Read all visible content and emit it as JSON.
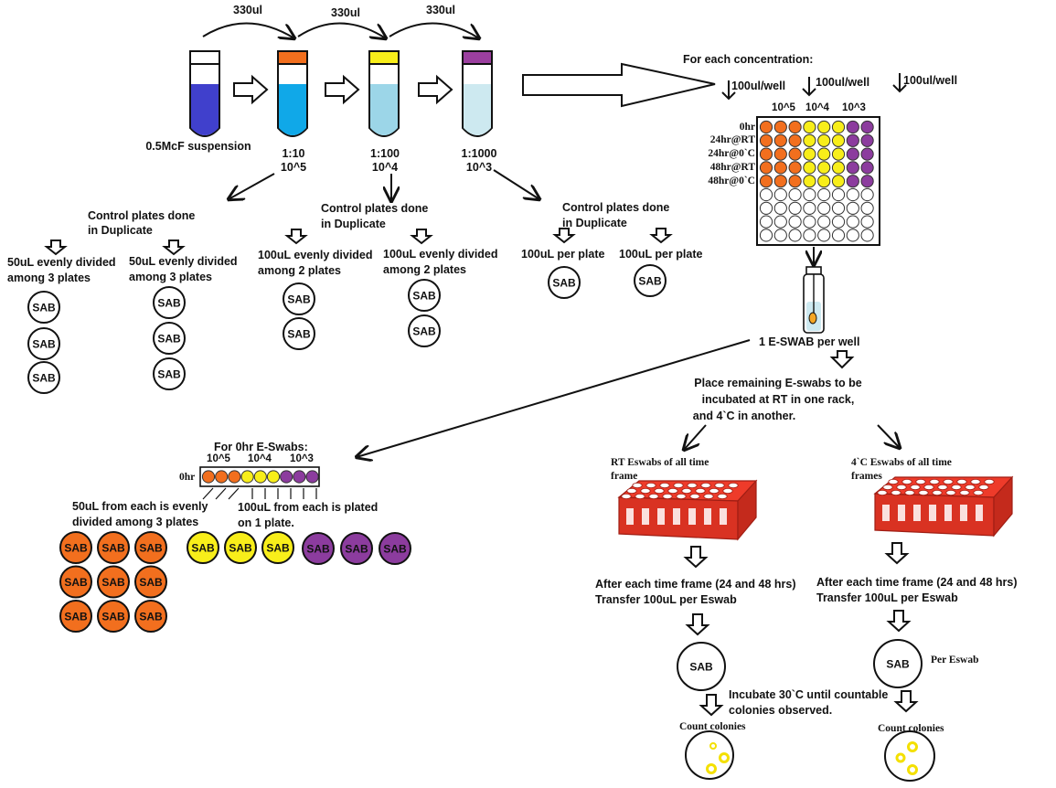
{
  "colors": {
    "stock": "#4040cc",
    "d1": "#10a8e8",
    "d2": "#9cd6e8",
    "d3": "#cde9f0",
    "orange": "#f26f1e",
    "yellow": "#f8ee1a",
    "purple": "#8c3c9e",
    "cap_orange": "#f26f1e",
    "cap_yellow": "#f8ee1a",
    "cap_purple": "#9b3f9f",
    "rack": "#ee3b2a"
  },
  "transfer_volumes": [
    "330ul",
    "330ul",
    "330ul"
  ],
  "tubes": [
    {
      "label": "0.5McF suspension",
      "ratio": "",
      "exp": ""
    },
    {
      "label": "",
      "ratio": "1:10",
      "exp": "10^5"
    },
    {
      "label": "",
      "ratio": "1:100",
      "exp": "10^4"
    },
    {
      "label": "",
      "ratio": "1:1000",
      "exp": "10^3"
    }
  ],
  "control": {
    "heading": "Control plates done in Duplicate",
    "heading_line1": "Control plates done",
    "heading_line2": "in Duplicate",
    "groups": [
      {
        "text1": "50uL evenly divided",
        "text2": "among 3 plates"
      },
      {
        "text1": "50uL evenly divided",
        "text2": "among 3 plates"
      },
      {
        "text1": "100uL evenly divided",
        "text2": "among 2 plates"
      },
      {
        "text1": "100uL evenly divided",
        "text2": "among 2 plates"
      },
      {
        "text1": "100uL per plate",
        "text2": ""
      },
      {
        "text1": "100uL per plate",
        "text2": ""
      }
    ]
  },
  "plate_label": "SAB",
  "well_plate": {
    "heading": "For each concentration:",
    "volumes": [
      "100ul/well",
      "100ul/well",
      "100ul/well"
    ],
    "concentrations": [
      "10^5",
      "10^4",
      "10^3"
    ],
    "rows": [
      "0hr",
      "24hr@RT",
      "24hr@0`C",
      "48hr@RT",
      "48hr@0`C"
    ]
  },
  "eswab": {
    "per_well": "1 E-SWAB per well",
    "instruction": "Place remaining E-swabs to be incubated at RT in one rack, and 4`C in another.",
    "instruction_lines": [
      "Place remaining E-swabs to be",
      "incubated at RT in one rack,",
      "and 4`C in another."
    ]
  },
  "zero_hr": {
    "heading": "For 0hr E-Swabs:",
    "concentrations": [
      "10^5",
      "10^4",
      "10^3"
    ],
    "row_label": "0hr",
    "note_a_lines": [
      "50uL from each is evenly",
      "divided among 3 plates"
    ],
    "note_b_lines": [
      "100uL from each is plated",
      "on 1 plate."
    ]
  },
  "racks": {
    "rt_label_lines": [
      "RT Eswabs of all time",
      "frame"
    ],
    "cold_label_lines": [
      "4`C Eswabs of all time",
      "frames"
    ],
    "after_lines": [
      "After each time frame (24 and 48 hrs)",
      "Transfer 100uL per Eswab"
    ],
    "per_eswab": "Per Eswab",
    "incubate_lines": [
      "Incubate 30`C until countable",
      "colonies observed."
    ],
    "count": "Count colonies"
  }
}
